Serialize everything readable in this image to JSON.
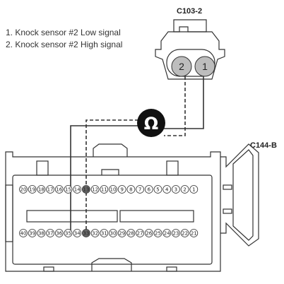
{
  "legend": {
    "items": [
      "1. Knock sensor #2 Low signal",
      "2. Knock sensor #2 High signal"
    ]
  },
  "connector_top": {
    "name": "C103-2",
    "pins": [
      "2",
      "1"
    ]
  },
  "connector_bottom": {
    "name": "C144-B",
    "top_row": [
      "20",
      "19",
      "18",
      "17",
      "16",
      "15",
      "14",
      "13",
      "12",
      "11",
      "10",
      "9",
      "8",
      "7",
      "6",
      "5",
      "4",
      "3",
      "2",
      "1"
    ],
    "bottom_row": [
      "40",
      "39",
      "38",
      "37",
      "36",
      "35",
      "34",
      "33",
      "32",
      "31",
      "30",
      "29",
      "28",
      "27",
      "26",
      "25",
      "24",
      "23",
      "22",
      "21"
    ],
    "highlighted": [
      "13",
      "33"
    ]
  },
  "meter": {
    "symbol": "Ω"
  },
  "colors": {
    "line": "#333333",
    "highlight": "#666666",
    "plug_pin": "#bdbdbd"
  }
}
